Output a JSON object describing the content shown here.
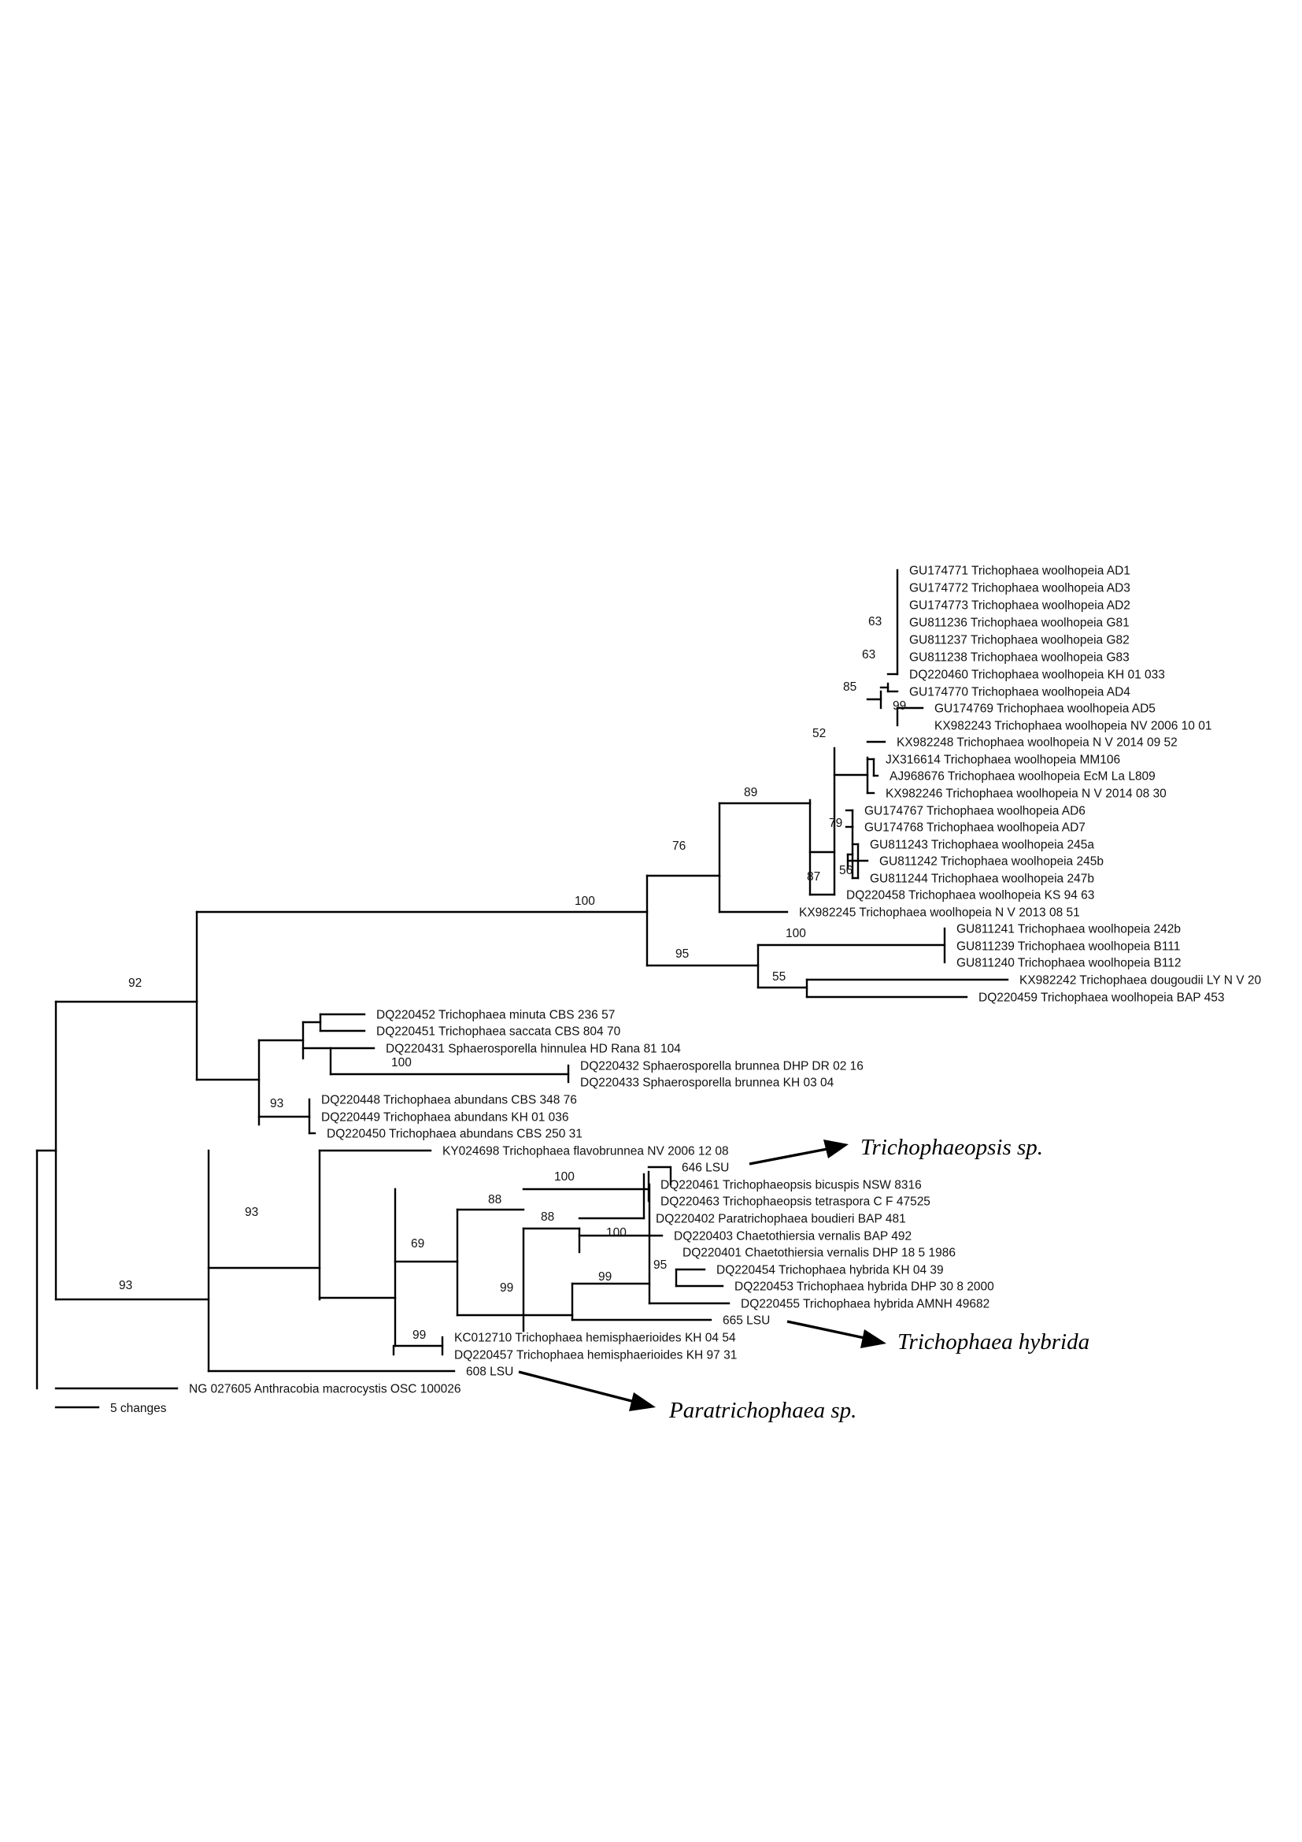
{
  "tree": {
    "tips": [
      {
        "id": "t1",
        "label": "GU174771 Trichophaea woolhopeia AD1"
      },
      {
        "id": "t2",
        "label": "GU174772 Trichophaea woolhopeia AD3"
      },
      {
        "id": "t3",
        "label": "GU174773 Trichophaea woolhopeia AD2"
      },
      {
        "id": "t4",
        "label": "GU811236 Trichophaea woolhopeia G81"
      },
      {
        "id": "t5",
        "label": "GU811237 Trichophaea woolhopeia G82"
      },
      {
        "id": "t6",
        "label": "GU811238 Trichophaea woolhopeia G83"
      },
      {
        "id": "t7",
        "label": "DQ220460 Trichophaea woolhopeia KH 01 033"
      },
      {
        "id": "t8",
        "label": "GU174770 Trichophaea woolhopeia AD4"
      },
      {
        "id": "t9",
        "label": "GU174769 Trichophaea woolhopeia AD5"
      },
      {
        "id": "t10",
        "label": "KX982243 Trichophaea woolhopeia NV 2006 10 01"
      },
      {
        "id": "t11",
        "label": "KX982248 Trichophaea woolhopeia N V 2014 09 52"
      },
      {
        "id": "t12",
        "label": "JX316614 Trichophaea woolhopeia MM106"
      },
      {
        "id": "t13",
        "label": "AJ968676 Trichophaea woolhopeia EcM La L809"
      },
      {
        "id": "t14",
        "label": "KX982246 Trichophaea woolhopeia N V 2014 08 30"
      },
      {
        "id": "t15",
        "label": "GU174767 Trichophaea woolhopeia AD6"
      },
      {
        "id": "t16",
        "label": "GU174768 Trichophaea woolhopeia AD7"
      },
      {
        "id": "t17",
        "label": "GU811243 Trichophaea woolhopeia 245a"
      },
      {
        "id": "t18",
        "label": "GU811242 Trichophaea woolhopeia 245b"
      },
      {
        "id": "t19",
        "label": "GU811244 Trichophaea woolhopeia 247b"
      },
      {
        "id": "t20",
        "label": "DQ220458 Trichophaea woolhopeia KS 94 63"
      },
      {
        "id": "t21",
        "label": "KX982245 Trichophaea woolhopeia N V 2013 08 51"
      },
      {
        "id": "t22",
        "label": "GU811241 Trichophaea woolhopeia 242b"
      },
      {
        "id": "t23",
        "label": "GU811239 Trichophaea woolhopeia B111"
      },
      {
        "id": "t24",
        "label": "GU811240 Trichophaea woolhopeia B112"
      },
      {
        "id": "t25",
        "label": "KX982242 Trichophaea dougoudii LY N V 20"
      },
      {
        "id": "t26",
        "label": "DQ220459 Trichophaea woolhopeia BAP 453"
      },
      {
        "id": "t27",
        "label": "DQ220452 Trichophaea minuta CBS 236 57"
      },
      {
        "id": "t28",
        "label": "DQ220451 Trichophaea saccata CBS 804 70"
      },
      {
        "id": "t29",
        "label": "DQ220431 Sphaerosporella hinnulea HD Rana 81 104"
      },
      {
        "id": "t30",
        "label": "DQ220432 Sphaerosporella brunnea DHP DR 02 16"
      },
      {
        "id": "t31",
        "label": "DQ220433 Sphaerosporella brunnea KH 03 04"
      },
      {
        "id": "t32",
        "label": "DQ220448 Trichophaea abundans CBS 348 76"
      },
      {
        "id": "t33",
        "label": "DQ220449 Trichophaea abundans KH 01 036"
      },
      {
        "id": "t34",
        "label": "DQ220450 Trichophaea abundans CBS 250 31"
      },
      {
        "id": "t35",
        "label": "KY024698 Trichophaea flavobrunnea NV 2006 12 08"
      },
      {
        "id": "t36",
        "label": "646 LSU"
      },
      {
        "id": "t37",
        "label": "DQ220461 Trichophaeopsis bicuspis NSW 8316"
      },
      {
        "id": "t38",
        "label": "DQ220463 Trichophaeopsis tetraspora C F 47525"
      },
      {
        "id": "t39",
        "label": "DQ220402 Paratrichophaea boudieri BAP 481"
      },
      {
        "id": "t40",
        "label": "DQ220403 Chaetothiersia vernalis BAP 492"
      },
      {
        "id": "t41",
        "label": "DQ220401 Chaetothiersia vernalis DHP 18 5 1986"
      },
      {
        "id": "t42",
        "label": "DQ220454 Trichophaea hybrida KH 04 39"
      },
      {
        "id": "t43",
        "label": "DQ220453 Trichophaea hybrida DHP 30 8 2000"
      },
      {
        "id": "t44",
        "label": "DQ220455 Trichophaea hybrida AMNH 49682"
      },
      {
        "id": "t45",
        "label": "665 LSU"
      },
      {
        "id": "t46",
        "label": "KC012710 Trichophaea hemisphaerioides KH 04 54"
      },
      {
        "id": "t47",
        "label": "DQ220457 Trichophaea hemisphaerioides KH 97 31"
      },
      {
        "id": "t48",
        "label": "608 LSU"
      },
      {
        "id": "t49",
        "label": "NG 027605 Anthracobia macrocystis OSC 100026"
      }
    ],
    "bootstrap": {
      "n63a": "63",
      "n63b": "63",
      "n85": "85",
      "n99a": "99",
      "n52": "52",
      "n89": "89",
      "n79": "79",
      "n56": "56",
      "n87": "87",
      "n76": "76",
      "n100a": "100",
      "n100b": "100",
      "n95a": "95",
      "n55": "55",
      "n92": "92",
      "n100c": "100",
      "n93a": "93",
      "n93b": "93",
      "n88a": "88",
      "n100d": "100",
      "n88b": "88",
      "n100e": "100",
      "n69": "69",
      "n99b": "99",
      "n99c": "99",
      "n95b": "95",
      "n99d": "99",
      "n93c": "93"
    }
  },
  "scale_bar": {
    "label": "5 changes"
  },
  "callouts": [
    {
      "id": "c1",
      "text": "Trichophaeopsis sp.",
      "target": "646 LSU"
    },
    {
      "id": "c2",
      "text": "Trichophaea hybrida",
      "target": "665 LSU"
    },
    {
      "id": "c3",
      "text": "Paratrichophaea sp.",
      "target": "608 LSU"
    }
  ]
}
